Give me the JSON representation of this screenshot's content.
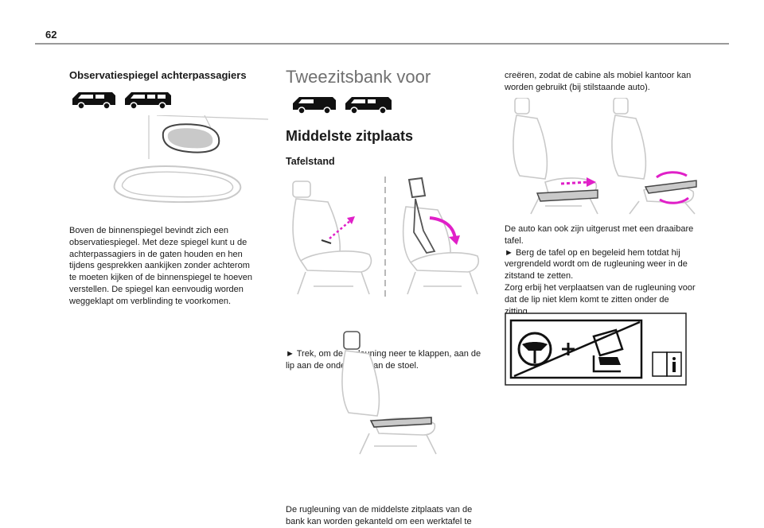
{
  "page": {
    "number": "62"
  },
  "col1": {
    "heading": "Observatiespiegel achterpassagiers",
    "paragraph": [
      "Boven de binnenspiegel bevindt zich een",
      "observatiespiegel. Met deze spiegel kunt u de",
      "achterpassagiers in de gaten houden en hen",
      "tijdens gesprekken aankijken zonder achterom",
      "te moeten kijken of de binnenspiegel te hoeven",
      "verstellen. De spiegel kan eenvoudig worden",
      "weggeklapt om verblinding te voorkomen."
    ]
  },
  "col2": {
    "section_title": "Tweezitsbank voor",
    "subtitle": "Middelste zitplaats",
    "sub_subtitle": "Tafelstand",
    "instruction": [
      "► Trek, om de rugleuning neer te klappen, aan de",
      "lip aan de onderzijde van de stoel."
    ],
    "paragraph_end": [
      "De rugleuning van de middelste zitplaats van de",
      "bank kan worden gekanteld om een werktafel te"
    ]
  },
  "col3": {
    "paragraph_top": [
      "creëren, zodat de cabine als mobiel kantoor kan",
      "worden gebruikt (bij stilstaande auto)."
    ],
    "paragraph_main": [
      "De auto kan ook zijn uitgerust met een draaibare",
      "tafel.",
      "► Berg de tafel op en begeleid hem totdat hij",
      "vergrendeld wordt om de rugleuning weer in de",
      "zitstand te zetten.",
      "Zorg erbij het verplaatsen van de rugleuning voor",
      "dat de lip niet klem komt te zitten onder de zitting."
    ]
  },
  "colors": {
    "accent": "#e020c8",
    "rule": "#9a9a9a",
    "illustration": "#c9c9c9"
  },
  "icons": [
    "van-icon",
    "mirror-icon",
    "seat-icon",
    "airbag-warning-icon",
    "info-book-icon"
  ]
}
